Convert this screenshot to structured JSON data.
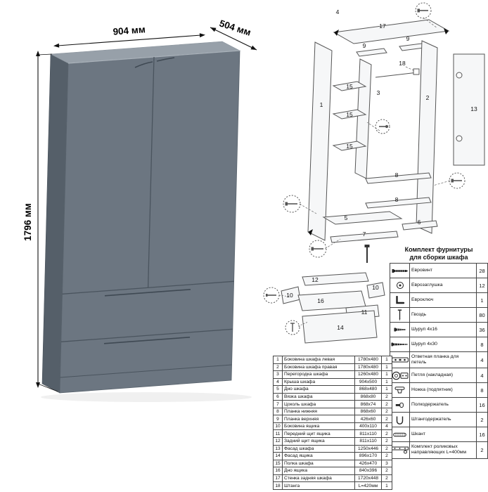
{
  "dimensions": {
    "width": "904 мм",
    "depth": "504 мм",
    "height": "1796 мм"
  },
  "colors": {
    "wardrobe_front": "#6c7681",
    "wardrobe_top": "#97a0a9",
    "wardrobe_side": "#555f69",
    "line": "#444444"
  },
  "assembly": {
    "labels": [
      "4",
      "17",
      "9",
      "9",
      "1",
      "3",
      "15",
      "15",
      "15",
      "2",
      "18",
      "13",
      "8",
      "8",
      "5",
      "7",
      "6"
    ]
  },
  "drawer": {
    "labels": [
      "12",
      "10",
      "10",
      "16",
      "11",
      "14"
    ]
  },
  "hardware": {
    "title_line1": "Комплект фурнитуры",
    "title_line2": "для сборки шкафа",
    "items": [
      {
        "icon": "euro-screw-icon",
        "name": "Евровинт",
        "qty": "28"
      },
      {
        "icon": "euro-cap-icon",
        "name": "Еврозаглушка",
        "qty": "12"
      },
      {
        "icon": "hex-key-icon",
        "name": "Евроключ",
        "qty": "1"
      },
      {
        "icon": "nail-icon",
        "name": "Гвоздь",
        "qty": "80"
      },
      {
        "icon": "screw-16-icon",
        "name": "Шуруп 4x16",
        "qty": "36"
      },
      {
        "icon": "screw-30-icon",
        "name": "Шуруп 4x30",
        "qty": "8"
      },
      {
        "icon": "strike-plate-icon",
        "name": "Ответная планка для петель",
        "qty": "4"
      },
      {
        "icon": "hinge-icon",
        "name": "Петля (накладная)",
        "qty": "4"
      },
      {
        "icon": "foot-icon",
        "name": "Ножка (подпятник)",
        "qty": "8"
      },
      {
        "icon": "shelf-pin-icon",
        "name": "Полкодержатель",
        "qty": "16"
      },
      {
        "icon": "rod-holder-icon",
        "name": "Штангодержатель",
        "qty": "2"
      },
      {
        "icon": "dowel-icon",
        "name": "Шкант",
        "qty": "16"
      },
      {
        "icon": "rail-icon",
        "name": "Комплект роликовых направляющих L=400мм",
        "qty": "2"
      }
    ]
  },
  "parts": {
    "rows": [
      {
        "num": "1",
        "name": "Боковина шкафа левая",
        "size": "1780x480",
        "qty": "1"
      },
      {
        "num": "2",
        "name": "Боковина шкафа правая",
        "size": "1780x480",
        "qty": "1"
      },
      {
        "num": "3",
        "name": "Перегородка шкафа",
        "size": "1260x480",
        "qty": "1"
      },
      {
        "num": "4",
        "name": "Крыша шкафа",
        "size": "904x500",
        "qty": "1"
      },
      {
        "num": "5",
        "name": "Дно шкафа",
        "size": "868x480",
        "qty": "1"
      },
      {
        "num": "6",
        "name": "Вязка шкафа",
        "size": "868x80",
        "qty": "2"
      },
      {
        "num": "7",
        "name": "Цоколь шкафа",
        "size": "868x74",
        "qty": "2"
      },
      {
        "num": "8",
        "name": "Планка нижняя",
        "size": "868x60",
        "qty": "2"
      },
      {
        "num": "9",
        "name": "Планка верхняя",
        "size": "426x60",
        "qty": "2"
      },
      {
        "num": "10",
        "name": "Боковина ящика",
        "size": "400x110",
        "qty": "4"
      },
      {
        "num": "11",
        "name": "Передний щит ящика",
        "size": "811x110",
        "qty": "2"
      },
      {
        "num": "12",
        "name": "Задний щит ящика",
        "size": "811x110",
        "qty": "2"
      },
      {
        "num": "13",
        "name": "Фасад шкафа",
        "size": "1250x446",
        "qty": "2"
      },
      {
        "num": "14",
        "name": "Фасад ящика",
        "size": "896x170",
        "qty": "2"
      },
      {
        "num": "15",
        "name": "Полка шкафа",
        "size": "426x470",
        "qty": "3"
      },
      {
        "num": "16",
        "name": "Дно ящика",
        "size": "840x396",
        "qty": "2"
      },
      {
        "num": "17",
        "name": "Стенка задняя шкафа",
        "size": "1720x448",
        "qty": "2"
      },
      {
        "num": "18",
        "name": "Штанга",
        "size": "L=420мм",
        "qty": "1"
      }
    ]
  }
}
